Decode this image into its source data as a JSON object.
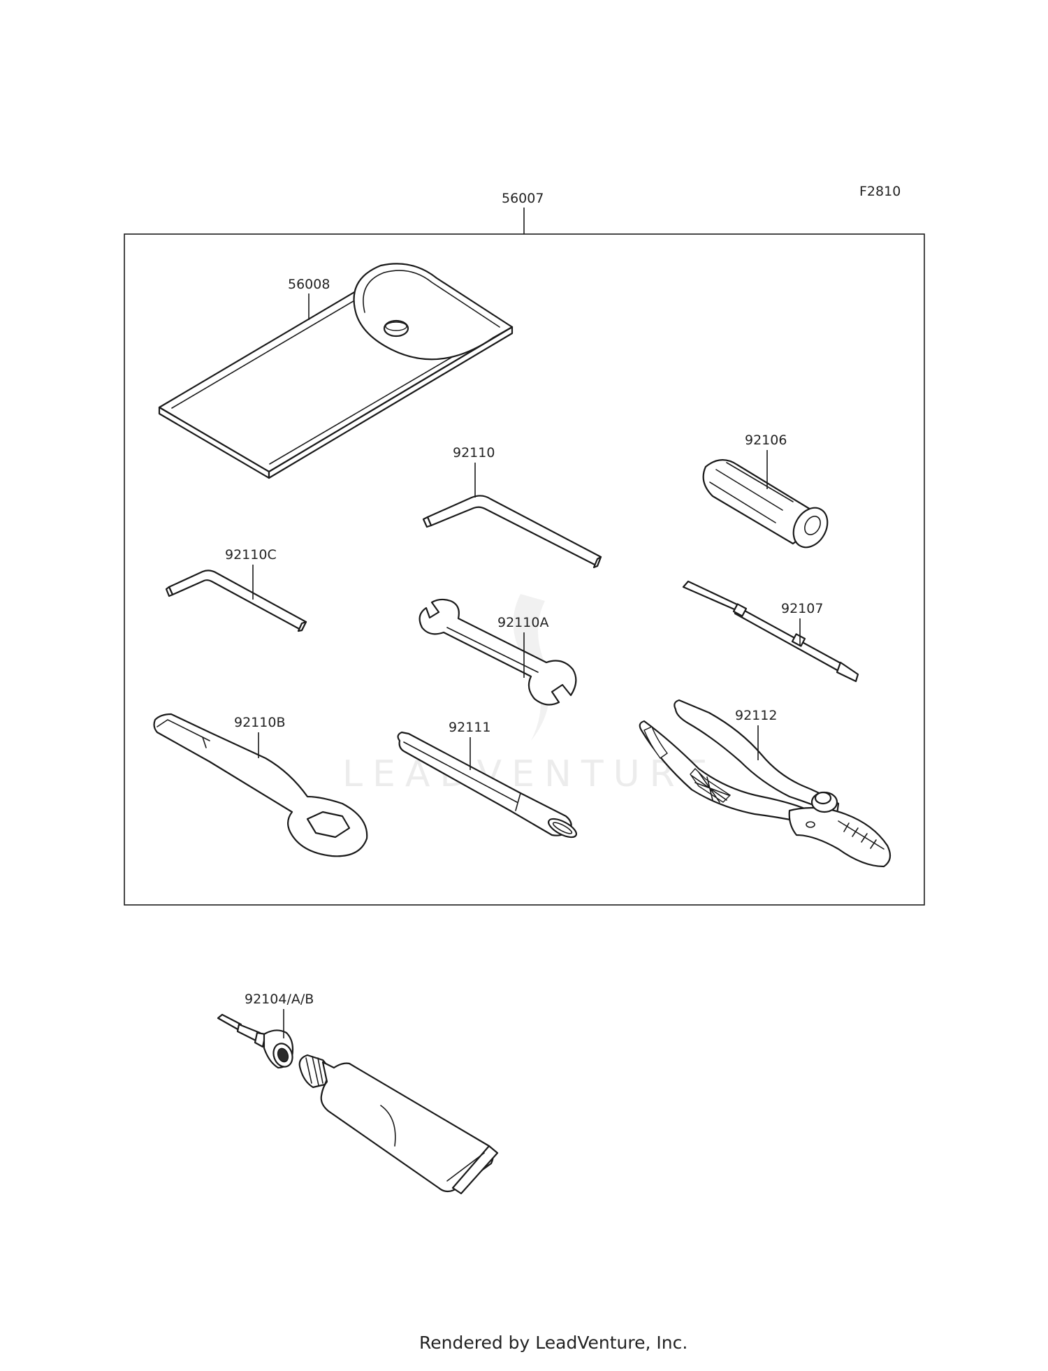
{
  "diagram": {
    "figure_code": "F2810",
    "kit_label": "56007",
    "watermark": "LEADVENTURE",
    "footer": "Rendered by LeadVenture, Inc.",
    "callouts": {
      "pouch": "56008",
      "hex_key_large": "92110",
      "hex_key_small": "92110C",
      "open_wrench": "92110A",
      "box_wrench": "92110B",
      "extension_bar": "92111",
      "screwdriver_handle": "92106",
      "screwdriver_bit": "92107",
      "pliers": "92112",
      "sealant_tube": "92104/A/B"
    }
  }
}
